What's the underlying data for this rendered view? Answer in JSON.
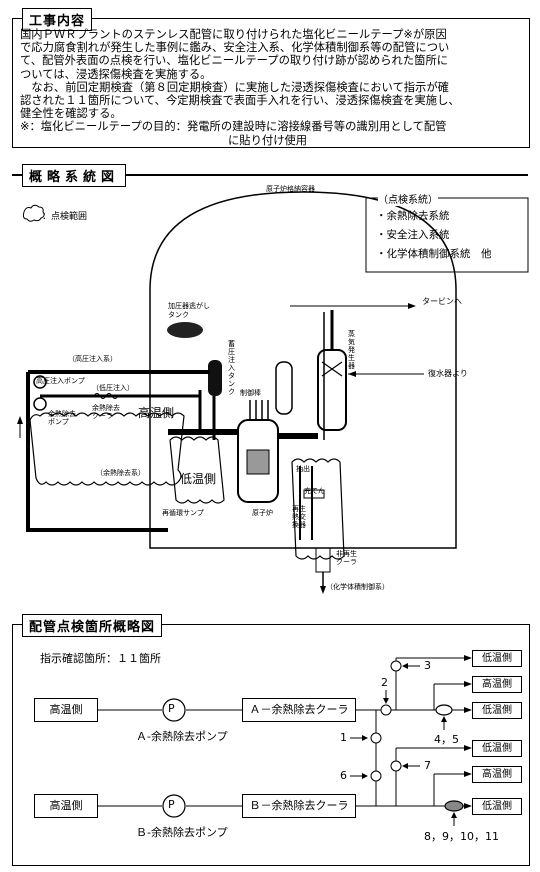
{
  "work": {
    "title": "工事内容",
    "lines": [
      "国内ＰＷＲプラントのステンレス配管に取り付けられた塩化ビニールテープ※が原因",
      "で応力腐食割れが発生した事例に鑑み、安全注入系、化学体積制御系等の配管につい",
      "て、配管外表面の点検を行い、塩化ビニールテープの取り付け跡が認められた箇所に",
      "ついては、浸透探傷検査を実施する。",
      "　なお、前回定期検査（第８回定期検査）に実施した浸透探傷検査において指示が確",
      "認された１１箇所について、今定期検査で表面手入れを行い、浸透探傷検査を実施し、",
      "健全性を確認する。"
    ],
    "note_line1": "※：塩化ビニールテープの目的：発電所の建設時に溶接線番号等の識別用として配管",
    "note_line2": "に貼り付け使用"
  },
  "overview": {
    "title": "概略系統図",
    "legend": "：点検範囲",
    "containment": "原子炉格納容器",
    "systems_title": "（点検系統）",
    "systems": [
      "・余熱除去系統",
      "・安全注入系統",
      "・化学体積制御系統　他"
    ],
    "labels": {
      "turbine": "タービンへ",
      "condenser": "復水器より",
      "steam_gen": "蒸気発生器",
      "pressurizer_tank": "加圧器逃がしタンク",
      "accumulator": "蓄圧注入タンク",
      "high_pressure": "（高圧注入系）",
      "hp_pump": "高圧注入ポンプ",
      "lp": "（低圧注入）",
      "rhr_pump": "余熱除去ポンプ",
      "rhr_cooler": "余熱除去クーラ",
      "hot_leg": "高温側",
      "cold_leg": "低温側",
      "rhr_system": "（余熱除去系）",
      "sump": "再循環サンプ",
      "reactor": "原子炉",
      "control_rod": "制御棒",
      "regen_hx": "再生熱交換器",
      "charging": "充てん",
      "letdown": "抽出",
      "non_regen": "非再生クーラ",
      "cvcs": "（化学体積制御系）"
    }
  },
  "piping": {
    "title": "配管点検箇所概略図",
    "indication": "指示確認箇所：１１箇所",
    "hot": "高温側",
    "cold": "低温側",
    "pump_symbol": "P",
    "a_cooler": "Ａ－余熱除去クーラ",
    "b_cooler": "Ｂ－余熱除去クーラ",
    "a_pump": "Ａ-余熱除去ポンプ",
    "b_pump": "Ｂ-余熱除去ポンプ",
    "marks": {
      "m1": "1",
      "m2": "2",
      "m3": "3",
      "m45": "4，5",
      "m6": "6",
      "m7": "7",
      "m811": "8，9，10，11"
    }
  }
}
